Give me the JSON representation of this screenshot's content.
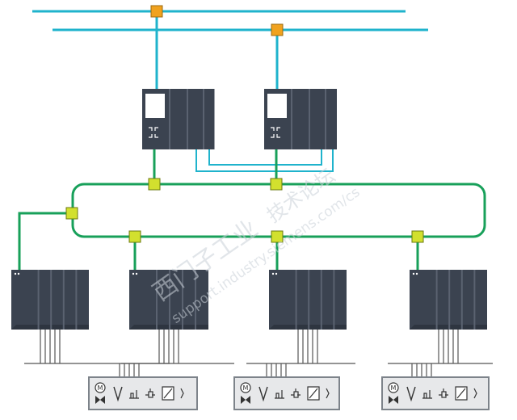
{
  "colors": {
    "bus_cyan": "#1fb3cc",
    "ring_green": "#18a05a",
    "switch_yellow": "#d2e02e",
    "switch_orange": "#f0a21e",
    "module_dark": "#3b4350",
    "module_divider": "#5a6270",
    "panel_gray": "#9aa0a6",
    "panel_fill": "#e7e8ea"
  },
  "watermark": {
    "line1": "西门子工业",
    "line2": "技术论坛",
    "line3": "support.industry.siemens.com/cs"
  },
  "icons": [
    "motor-icon",
    "valve-icon",
    "sensor-icon",
    "actuator-icon",
    "switch-icon"
  ],
  "device_panel": {
    "motor_letter": "M"
  }
}
